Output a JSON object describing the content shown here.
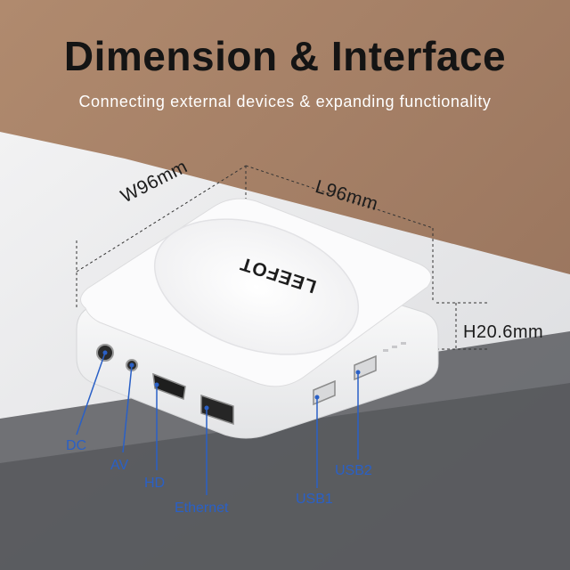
{
  "header": {
    "title": "Dimension & Interface",
    "subtitle": "Connecting external devices & expanding functionality"
  },
  "dimensions": {
    "width": "W96mm",
    "length": "L96mm",
    "height": "H20.6mm"
  },
  "device": {
    "brand": "LEEFOT"
  },
  "ports": {
    "dc": "DC",
    "av": "AV",
    "hd": "HD",
    "ethernet": "Ethernet",
    "usb1": "USB1",
    "usb2": "USB2"
  },
  "colors": {
    "wall": "#a07a5e",
    "floor": "#e6e6e8",
    "accent": "#2a60c6",
    "title": "#141414"
  }
}
